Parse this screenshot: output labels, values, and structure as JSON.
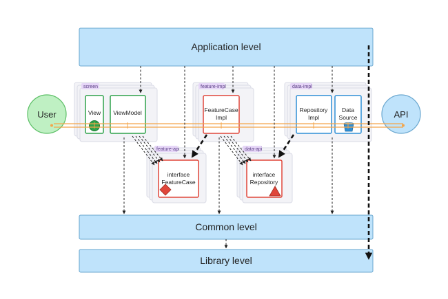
{
  "levels": {
    "application": "Application level",
    "common": "Common level",
    "library": "Library level"
  },
  "endpoints": {
    "user": "User",
    "api": "API"
  },
  "tags": {
    "screen": "screen",
    "feature_impl": "feature-impl",
    "data_impl": "data-impl",
    "feature_api": "feature-api",
    "data_api": "data-api"
  },
  "components": {
    "view": "View",
    "viewmodel": "ViewModel",
    "featurecase_impl_line1": "FeatureCase",
    "featurecase_impl_line2": "Impl",
    "repository_impl_line1": "Repository",
    "repository_impl_line2": "Impl",
    "data_source_line1": "Data",
    "data_source_line2": "Source",
    "interface_featurecase_line1": "interface",
    "interface_featurecase_line2": "FeatureCase",
    "interface_repository_line1": "interface",
    "interface_repository_line2": "Repository"
  },
  "colors": {
    "level_fill": "#bfe3fb",
    "screen_accent": "#2ea24a",
    "feature_accent": "#e0463a",
    "data_accent": "#2e8fd6",
    "data_flow": "#f3a54a",
    "module_tag": "#e6d6f7"
  },
  "icons": {
    "view": "green-circle-icon",
    "interface_featurecase": "red-diamond-icon",
    "interface_repository": "red-triangle-icon",
    "data_source": "blue-bucket-icon"
  }
}
